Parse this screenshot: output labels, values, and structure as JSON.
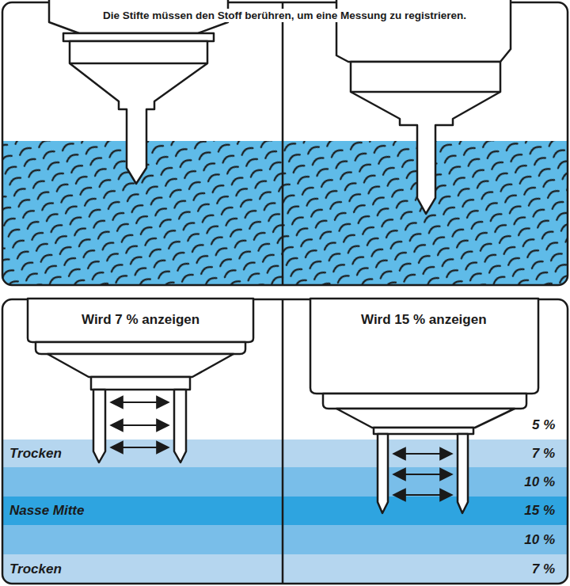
{
  "diagram": {
    "title": "Die Stifte müssen den Stoff berühren, um eine Messung zu registrieren.",
    "nodes": [
      {
        "text": [
          "Trocken",
          "7 %"
        ]
      },
      {
        "text": [
          "10 %"
        ]
      },
      {
        "text": [
          "Nasse Mitte",
          "15 %"
        ]
      },
      {
        "text": [
          "10 %"
        ]
      },
      {
        "text": [
          "Trocken",
          "7 %"
        ]
      }
    ],
    "labels": [
      "Wird 7 % anzeigen",
      "Wird 15 % anzeigen",
      "5 %"
    ]
  }
}
